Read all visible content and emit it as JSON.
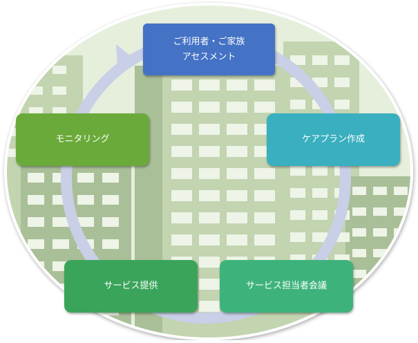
{
  "colors": {
    "ellipse_fill": "#dde8d0",
    "ellipse_border": "#ffffff",
    "cycle_arrow": "#c8cfe6",
    "building": "#c2d4b0",
    "building_dark": "#a9bf98",
    "window": "#eef4e7",
    "sky": "#e6efdc"
  },
  "background": {
    "description_icon": "building-photo"
  },
  "steps": [
    {
      "label": "ご利用者・ご家族\nアセスメント",
      "color": "#4472c4"
    },
    {
      "label": "ケアプラン作成",
      "color": "#3aafbf"
    },
    {
      "label": "サービス担当者会議",
      "color": "#3db37b"
    },
    {
      "label": "サービス提供",
      "color": "#3aa45a"
    },
    {
      "label": "モニタリング",
      "color": "#6aaa3a"
    }
  ]
}
